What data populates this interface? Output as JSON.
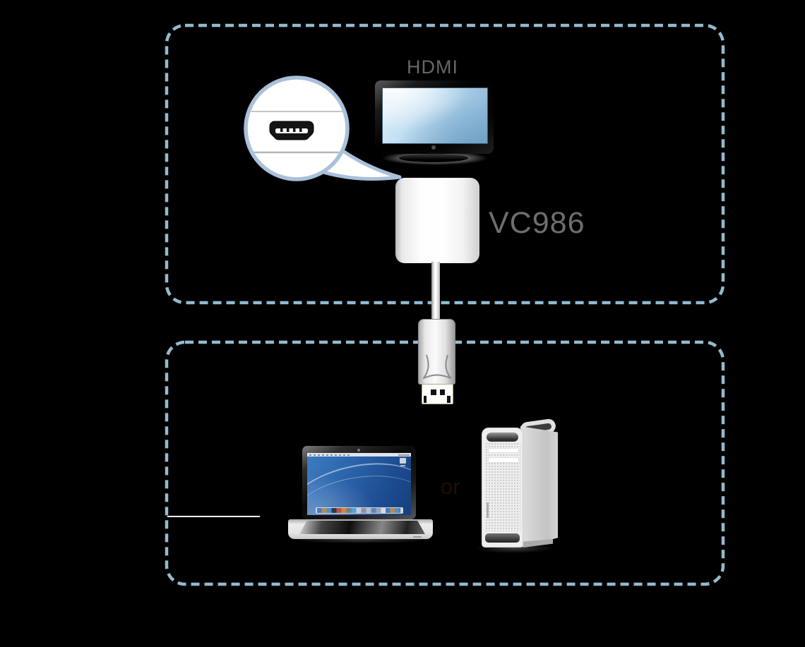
{
  "labels": {
    "display_standard": "HDMI",
    "model": "VC986",
    "conjunction": "or"
  },
  "colors": {
    "background": "#000000",
    "zone_border": "#94bacd",
    "callout_border": "#a9c0da",
    "hdmi_label_gray": "#666666",
    "model_label_gray": "#6e6e6e",
    "monitor_screen_light": "#e9f5fc",
    "monitor_screen_dark": "#7fb0d4",
    "laptop_wallpaper_blue": "#2c66ac"
  },
  "graphics": {
    "top_zone": "display-side-zone",
    "bottom_zone": "source-side-zone",
    "icons": [
      "hdmi-display-icon",
      "hdmi-port-callout-icon",
      "vc986-adapter-icon",
      "displayport-connector-icon",
      "laptop-icon",
      "desktop-tower-icon"
    ]
  }
}
